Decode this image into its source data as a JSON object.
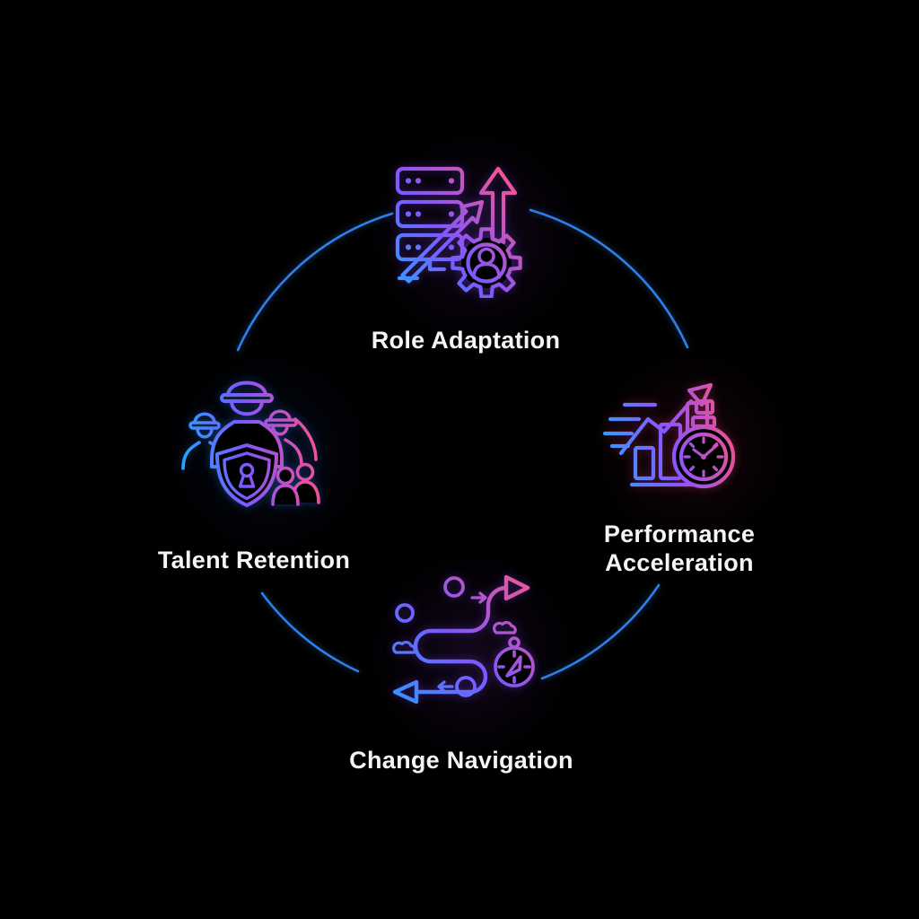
{
  "diagram": {
    "type": "cycle-infographic",
    "background_color": "#000000",
    "connector_color": "#2e7fe8",
    "label_color": "#f5f5f7",
    "icon_gradient": {
      "blue": "#28a6ff",
      "purple": "#7e57ff",
      "pink": "#ff5585"
    },
    "nodes": [
      {
        "id": "role-adaptation",
        "position": "top",
        "label": "Role Adaptation",
        "icon": "servers-growth-arrows-gear-user-icon"
      },
      {
        "id": "performance-acceleration",
        "position": "right",
        "label": "Performance Acceleration",
        "icon": "rising-chart-stopwatch-icon"
      },
      {
        "id": "talent-retention",
        "position": "left",
        "label": "Talent Retention",
        "icon": "workers-shield-keyhole-icon"
      },
      {
        "id": "change-navigation",
        "position": "bottom",
        "label": "Change Navigation",
        "icon": "winding-path-compass-icon"
      }
    ]
  }
}
